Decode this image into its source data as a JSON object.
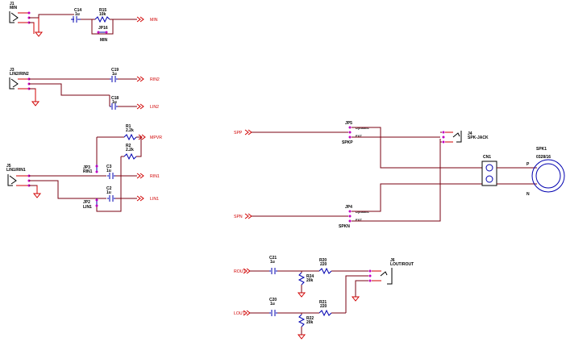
{
  "components": {
    "j1": {
      "ref": "J1",
      "value": "MIN"
    },
    "c14": {
      "ref": "C14",
      "value": "1u"
    },
    "r15": {
      "ref": "R15",
      "value": "10k"
    },
    "jp16": {
      "ref": "JP16",
      "value": "MIN"
    },
    "j3": {
      "ref": "J3",
      "value": "LIN2/RIN2"
    },
    "c19": {
      "ref": "C19",
      "value": "1u"
    },
    "c18": {
      "ref": "C18",
      "value": "1u"
    },
    "r1": {
      "ref": "R1",
      "value": "2.2k"
    },
    "r2": {
      "ref": "R2",
      "value": "2.2k"
    },
    "j5": {
      "ref": "J5",
      "value": "LIN1/RIN1"
    },
    "jp3": {
      "ref": "JP3",
      "value": "RIN1"
    },
    "c3": {
      "ref": "C3",
      "value": "1u"
    },
    "jp2": {
      "ref": "JP2",
      "value": "LIN1"
    },
    "c2": {
      "ref": "C2",
      "value": "1u"
    },
    "jp5": {
      "ref": "JP5",
      "opt1": "Dynamic",
      "opt2": "EXT",
      "net": "SPKP"
    },
    "j4": {
      "ref": "J4",
      "value": "SPK-JACK"
    },
    "cn1": {
      "ref": "CN1"
    },
    "spk1": {
      "ref": "SPK1",
      "value": "0328/16",
      "p": "P",
      "n": "N"
    },
    "jp4": {
      "ref": "JP4",
      "opt1": "Dynamic",
      "opt2": "EXT",
      "net": "SPKN"
    },
    "c21": {
      "ref": "C21",
      "value": "1u"
    },
    "r24": {
      "ref": "R24",
      "value": "20k"
    },
    "r20": {
      "ref": "R20",
      "value": "220"
    },
    "j6": {
      "ref": "J6",
      "value": "LOUT/ROUT"
    },
    "c20": {
      "ref": "C20",
      "value": "1u"
    },
    "r22": {
      "ref": "R22",
      "value": "20k"
    },
    "r21": {
      "ref": "R21",
      "value": "220"
    }
  },
  "nets": {
    "min": "MIN",
    "rin2": "RIN2",
    "lin2": "LIN2",
    "micvr": "MPVR",
    "rin1": "RIN1",
    "lin1": "LIN1",
    "spp": "SPP",
    "spn": "SPN",
    "rout": "ROUT",
    "lout": "LOUT"
  },
  "colors": {
    "wire": "#7a0010",
    "net_label": "#d00000",
    "component": "#0000b0",
    "pin": "#c000c0"
  }
}
